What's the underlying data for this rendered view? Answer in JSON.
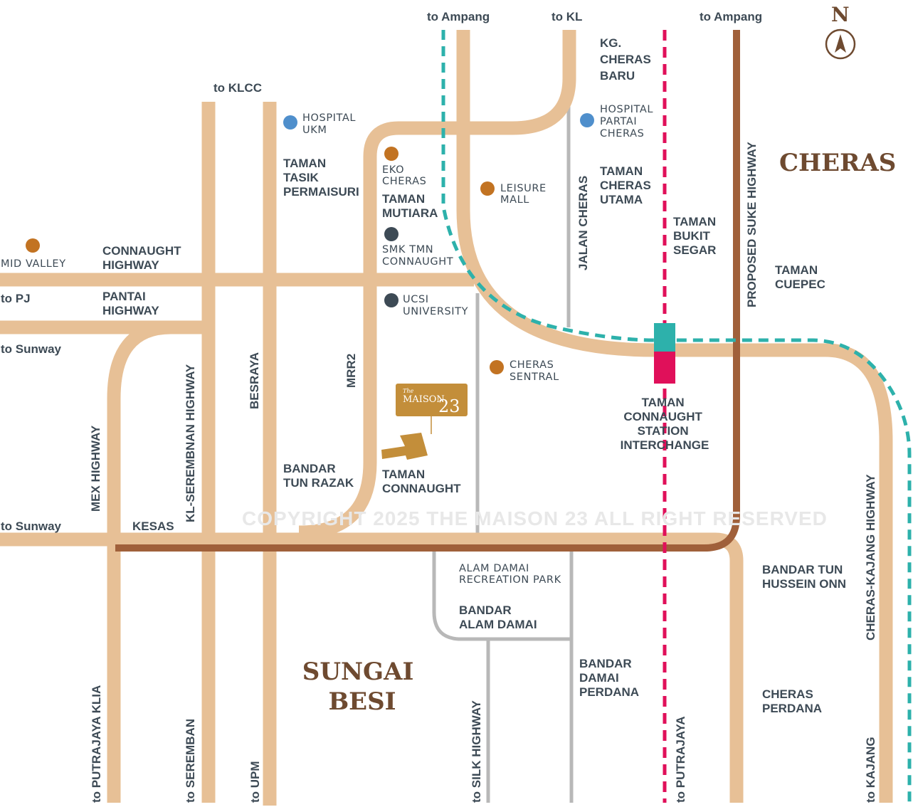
{
  "directions": {
    "to_ampang_1": "to Ampang",
    "to_kl": "to KL",
    "to_ampang_2": "to Ampang",
    "to_klcc": "to KLCC",
    "to_pj": "to PJ",
    "to_sunway_1": "to Sunway",
    "to_sunway_2": "to Sunway",
    "to_putrajaya_klia": "to PUTRAJAYA KLIA",
    "to_seremban": "to SEREMBAN",
    "to_upm": "to UPM",
    "to_silk_highway": "to SILK HIGHWAY",
    "to_putrajaya": "to PUTRAJAYA",
    "to_kajang": "to KAJANG"
  },
  "compass": {
    "letter": "N",
    "icon": "north-arrow-icon"
  },
  "regions": {
    "cheras": "CHERAS",
    "sungai_besi": [
      "SUNGAI",
      "BESI"
    ]
  },
  "roads": {
    "connaught_highway": [
      "CONNAUGHT",
      "HIGHWAY"
    ],
    "pantai_highway": [
      "PANTAI",
      "HIGHWAY"
    ],
    "mex_highway": "MEX HIGHWAY",
    "kesas": "KESAS",
    "kl_seremban_highway": "KL-SEREMBNAN HIGHWAY",
    "besraya": "BESRAYA",
    "mrr2": "MRR2",
    "jalan_cheras": "JALAN CHERAS",
    "proposed_suke_highway": "PROPOSED SUKE HIGHWAY",
    "cheras_kajang_highway": "CHERAS-KAJANG HIGHWAY"
  },
  "areas": {
    "kg_cheras_baru": [
      "KG.",
      "CHERAS",
      "BARU"
    ],
    "taman_tasik_permaisuri": [
      "TAMAN",
      "TASIK",
      "PERMAISURI"
    ],
    "taman_mutiara": [
      "TAMAN",
      "MUTIARA"
    ],
    "taman_cheras_utama": [
      "TAMAN",
      "CHERAS",
      "UTAMA"
    ],
    "taman_bukit_segar": [
      "TAMAN",
      "BUKIT",
      "SEGAR"
    ],
    "taman_cuepec": [
      "TAMAN",
      "CUEPEC"
    ],
    "taman_connaught_station": [
      "TAMAN",
      "CONNAUGHT",
      "STATION",
      "INTERCHANGE"
    ],
    "bandar_tun_razak": [
      "BANDAR",
      "TUN RAZAK"
    ],
    "taman_connaught": [
      "TAMAN",
      "CONNAUGHT"
    ],
    "bandar_tun_hussein_onn": [
      "BANDAR TUN",
      "HUSSEIN ONN"
    ],
    "bandar_alam_damai": [
      "BANDAR",
      "ALAM DAMAI"
    ],
    "bandar_damai_perdana": [
      "BANDAR",
      "DAMAI",
      "PERDANA"
    ],
    "cheras_perdana": [
      "CHERAS",
      "PERDANA"
    ]
  },
  "landmarks": {
    "hospital_ukm": [
      "HOSPITAL",
      "UKM"
    ],
    "hospital_partai_cheras": [
      "HOSPITAL",
      "PARTAI",
      "CHERAS"
    ],
    "eko_cheras": [
      "EKO",
      "CHERAS"
    ],
    "leisure_mall": [
      "LEISURE",
      "MALL"
    ],
    "smk_tmn_connaught": [
      "SMK TMN",
      "CONNAUGHT"
    ],
    "ucsi_university": [
      "UCSI",
      "UNIVERSITY"
    ],
    "cheras_sentral": [
      "CHERAS",
      "SENTRAL"
    ],
    "mid_valley": "MID VALLEY",
    "alam_damai_park": [
      "ALAM DAMAI",
      "RECREATION PARK"
    ]
  },
  "project": {
    "logo_small": "The",
    "logo_word": "MAISON",
    "logo_num": "23"
  },
  "watermark": "COPYRIGHT 2025 THE MAISON 23 ALL RIGHT RESERVED",
  "colors": {
    "road": "#e7c096",
    "highway_brown": "#a0603a",
    "lrt_teal": "#2db1ab",
    "mrt_pink": "#e0105a",
    "poi_orange": "#c27322",
    "poi_blue": "#4f8fcc",
    "poi_dark": "#3d4a55",
    "logo_gold": "#c38e3a",
    "region_brown": "#6e4a30"
  }
}
